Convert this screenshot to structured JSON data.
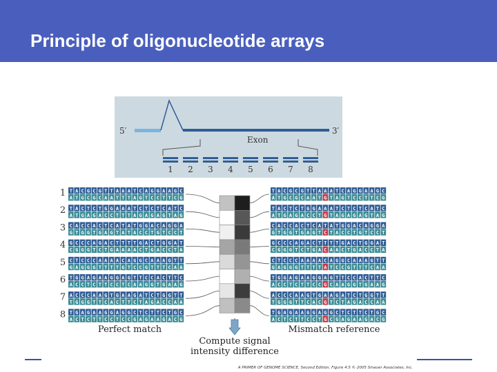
{
  "slide": {
    "title": "Principle of oligonucleotide arrays"
  },
  "colors": {
    "header": "#4a5fbd",
    "gene_panel": "#ccd9e0",
    "probe_blue": "#2f5d96",
    "probe_teal": "#3a8c96",
    "mismatch": "#cc3344"
  },
  "figure": {
    "five_prime": "5′",
    "three_prime": "3′",
    "exon_label": "Exon",
    "probe_numbers": [
      "1",
      "2",
      "3",
      "4",
      "5",
      "6",
      "7",
      "8"
    ],
    "perfect_match_label": "Perfect match",
    "mismatch_label": "Mismatch reference",
    "compute_label_line1": "Compute signal",
    "compute_label_line2": "intensity difference",
    "credit": "A PRIMER OF GENOME SCIENCE, Second Edition, Figure 4.5 © 2005 Sinauer Associates, Inc.",
    "probes": [
      {
        "label": "1",
        "perfect_top": "TACGCGTTAAATCAGGAAGC",
        "perfect_bottom": "ATGCGCAATTTAGTCCTTCG",
        "mismatch_top": "TACGCGTTAAATCAGGAAGC",
        "mismatch_bottom": "ATGCGCAATGTAGTCCTTCG",
        "mismatch_index": 9,
        "pm_gray": "#c2c2c2",
        "mm_gray": "#1e1e1e"
      },
      {
        "label": "2",
        "perfect_top": "TACTCTGGAAATCTCTCATC",
        "perfect_bottom": "ATGAGACCTTTAGAGAGTAG",
        "mismatch_top": "TACTCTGGAAATCTCTCATC",
        "mismatch_bottom": "ATGAGACCTGTAGAGAGTAG",
        "mismatch_index": 9,
        "pm_gray": "#ffffff",
        "mm_gray": "#575757"
      },
      {
        "label": "3",
        "perfect_top": "CACCACTCATATGGACAGGA",
        "perfect_bottom": "GTGGTGAGTATACCTGTCCT",
        "mismatch_top": "CACCACTCATATGGACAGGA",
        "mismatch_bottom": "GTGGTGAGTCTACCTGTCCT",
        "mismatch_index": 9,
        "pm_gray": "#f0f0f0",
        "mm_gray": "#3a3a3a"
      },
      {
        "label": "4",
        "perfect_top": "GCCCAGACTTTTGACTGGAT",
        "perfect_bottom": "CGGGTCTGAAAACTGACCTA",
        "mismatch_top": "GCCCAGACTTTTGACTGGAT",
        "mismatch_bottom": "CGGGTCTGACAACTGACCTA",
        "mismatch_index": 9,
        "pm_gray": "#a5a5a5",
        "mm_gray": "#7a7a7a"
      },
      {
        "label": "5",
        "perfect_top": "CTCCCAAAACAGGCAAAGTT",
        "perfect_bottom": "GAGGGTTTTGTCCGTTTCAA",
        "mismatch_top": "CTCCCAAAACAGGCAAAGTT",
        "mismatch_bottom": "GAGGGTTTTATCCGTTTCAA",
        "mismatch_index": 9,
        "pm_gray": "#dadada",
        "mm_gray": "#959595"
      },
      {
        "label": "6",
        "perfect_top": "TGGAGAAGGAGTTCCACTTC",
        "perfect_bottom": "ACCTCTTCCTCAAGGTGAAG",
        "mismatch_top": "TGGAGAAGGAGTTCCACTTC",
        "mismatch_bottom": "ACCTCTTCCGCAAGGTGAAG",
        "mismatch_index": 9,
        "pm_gray": "#ffffff",
        "mm_gray": "#b0b0b0"
      },
      {
        "label": "7",
        "perfect_top": "ACCCAAGTGAAGATCTGGTT",
        "perfect_bottom": "TGGGTTCACTTCTAGACCAA",
        "mismatch_top": "ACCCAAGTGAAGATCTGGTT",
        "mismatch_bottom": "TGGGTTCACGTCTAGACCAA",
        "mismatch_index": 9,
        "pm_gray": "#e6e6e6",
        "mm_gray": "#3c3c3c"
      },
      {
        "label": "8",
        "perfect_top": "TGAGAAGGAGGCTCTTCTGC",
        "perfect_bottom": "ACTCTTCCTCCGAGAAGACG",
        "mismatch_top": "TGAGAAGGAGGCTCTTCTGC",
        "mismatch_bottom": "ACTCTTCCTGCGAGAAGACG",
        "mismatch_index": 9,
        "pm_gray": "#c0c0c0",
        "mm_gray": "#8a8a8a"
      }
    ]
  }
}
